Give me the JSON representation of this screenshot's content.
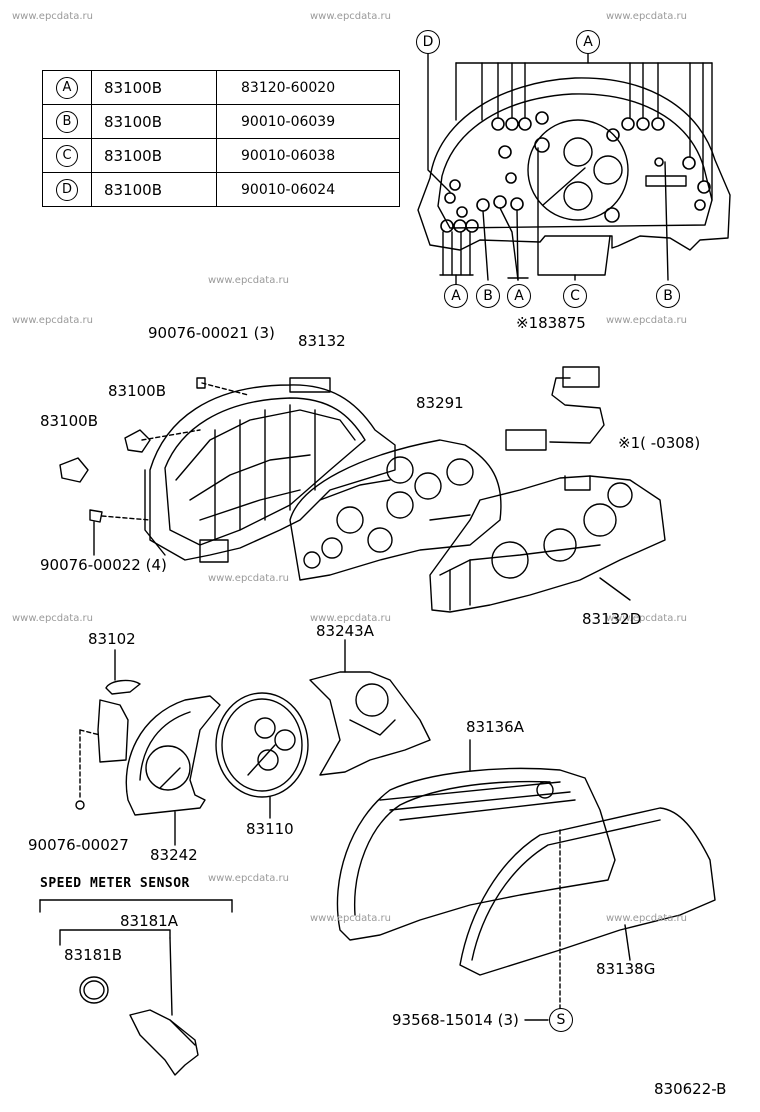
{
  "watermark": "www.epcdata.ru",
  "legend": [
    {
      "ref": "A",
      "part": "83100B",
      "number": "83120-60020"
    },
    {
      "ref": "B",
      "part": "83100B",
      "number": "90010-06039"
    },
    {
      "ref": "C",
      "part": "83100B",
      "number": "90010-06038"
    },
    {
      "ref": "D",
      "part": "83100B",
      "number": "90010-06024"
    }
  ],
  "callouts": {
    "top_d": "D",
    "top_a": "A",
    "bottom_a1": "A",
    "bottom_b1": "B",
    "bottom_a2": "A",
    "bottom_c": "C",
    "bottom_b2": "B",
    "screw_s": "S"
  },
  "labels": {
    "screw_90076_00021": "90076-00021 (3)",
    "p83132": "83132",
    "p83100B_a": "83100B",
    "p83100B_b": "83100B",
    "p83291": "83291",
    "p183875": "※183875",
    "note_1": "※1(       -0308)",
    "screw_90076_00022": "90076-00022 (4)",
    "p83132D": "83132D",
    "p83102": "83102",
    "p83243A": "83243A",
    "p83136A": "83136A",
    "screw_90076_00027": "90076-00027",
    "p83242": "83242",
    "p83110": "83110",
    "sensor_title": "SPEED METER SENSOR",
    "p83181A": "83181A",
    "p83181B": "83181B",
    "p83138G": "83138G",
    "screw_93568": "93568-15014 (3)",
    "diagram_no": "830622-B"
  }
}
